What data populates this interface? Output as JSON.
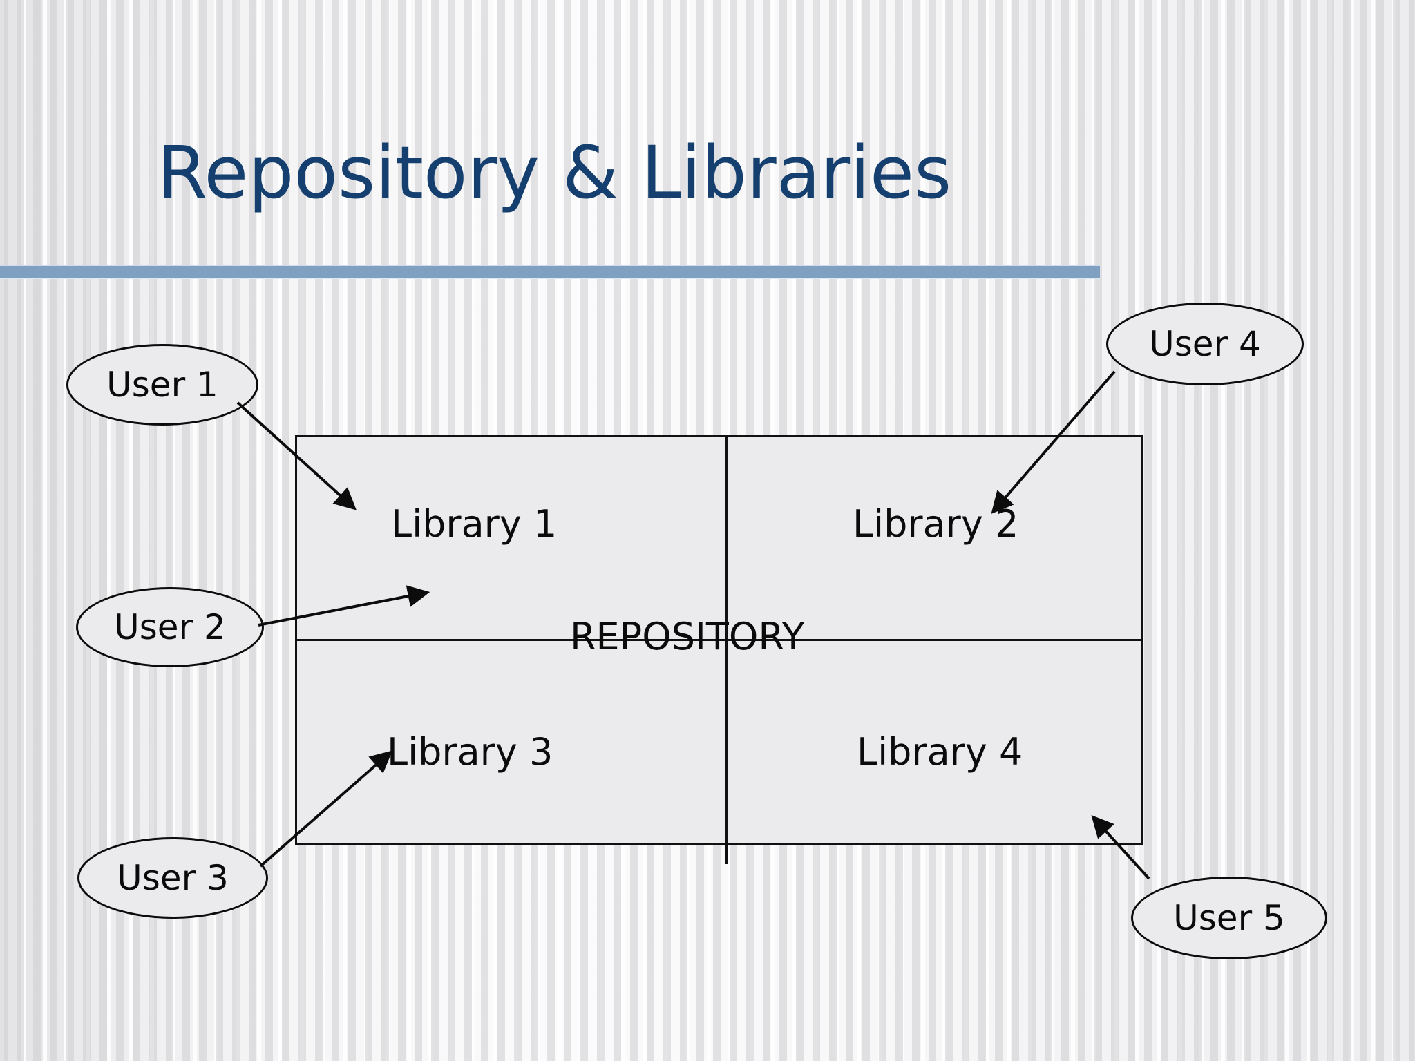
{
  "slide": {
    "title": "Repository & Libraries",
    "title_color": "#153f6e",
    "rule_color": "#7fa0c0",
    "background_style": "vertical-striped-gradient"
  },
  "diagram": {
    "type": "block-diagram",
    "container_label": "REPOSITORY",
    "container_fill": "#ebebed",
    "container_stroke": "#111111",
    "cells": [
      {
        "id": "library-1",
        "label": "Library 1",
        "quadrant": "top-left"
      },
      {
        "id": "library-2",
        "label": "Library 2",
        "quadrant": "top-right"
      },
      {
        "id": "library-3",
        "label": "Library 3",
        "quadrant": "bottom-left"
      },
      {
        "id": "library-4",
        "label": "Library 4",
        "quadrant": "bottom-right"
      }
    ],
    "users": [
      {
        "id": "user-1",
        "label": "User 1",
        "points_to": "Library 1"
      },
      {
        "id": "user-2",
        "label": "User 2",
        "points_to": "Library 1"
      },
      {
        "id": "user-3",
        "label": "User 3",
        "points_to": "Library 3"
      },
      {
        "id": "user-4",
        "label": "User 4",
        "points_to": "Library 2"
      },
      {
        "id": "user-5",
        "label": "User 5",
        "points_to": "Library 4"
      }
    ]
  }
}
